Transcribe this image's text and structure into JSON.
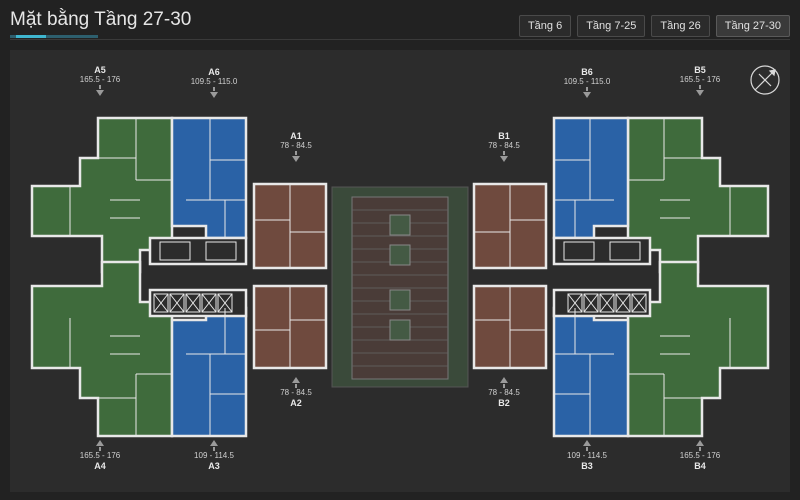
{
  "header": {
    "title": "Mặt bằng Tầng 27-30",
    "tabs": [
      {
        "label": "Tầng 6",
        "active": false
      },
      {
        "label": "Tầng 7-25",
        "active": false
      },
      {
        "label": "Tầng 26",
        "active": false
      },
      {
        "label": "Tầng 27-30",
        "active": true
      }
    ]
  },
  "units": {
    "A5": {
      "name": "A5",
      "area": "165.5 - 176"
    },
    "A6": {
      "name": "A6",
      "area": "109.5 - 115.0"
    },
    "A1": {
      "name": "A1",
      "area": "78 - 84.5"
    },
    "B1": {
      "name": "B1",
      "area": "78 - 84.5"
    },
    "B6": {
      "name": "B6",
      "area": "109.5 - 115.0"
    },
    "B5": {
      "name": "B5",
      "area": "165.5 - 176"
    },
    "A2": {
      "name": "A2",
      "area": "78 - 84.5"
    },
    "B2": {
      "name": "B2",
      "area": "78 - 84.5"
    },
    "A4": {
      "name": "A4",
      "area": "165.5 - 176"
    },
    "A3": {
      "name": "A3",
      "area": "109 - 114.5"
    },
    "B3": {
      "name": "B3",
      "area": "109 - 114.5"
    },
    "B4": {
      "name": "B4",
      "area": "165.5 - 176"
    }
  },
  "colors": {
    "green": "#3f6b3c",
    "blue": "#2a62a6",
    "brown": "#6f4a3e",
    "walls": "#e8e8e8",
    "accent": "#3fb6cf"
  },
  "icons": {
    "compass": "compass-icon",
    "arrow": "arrow-icon"
  }
}
